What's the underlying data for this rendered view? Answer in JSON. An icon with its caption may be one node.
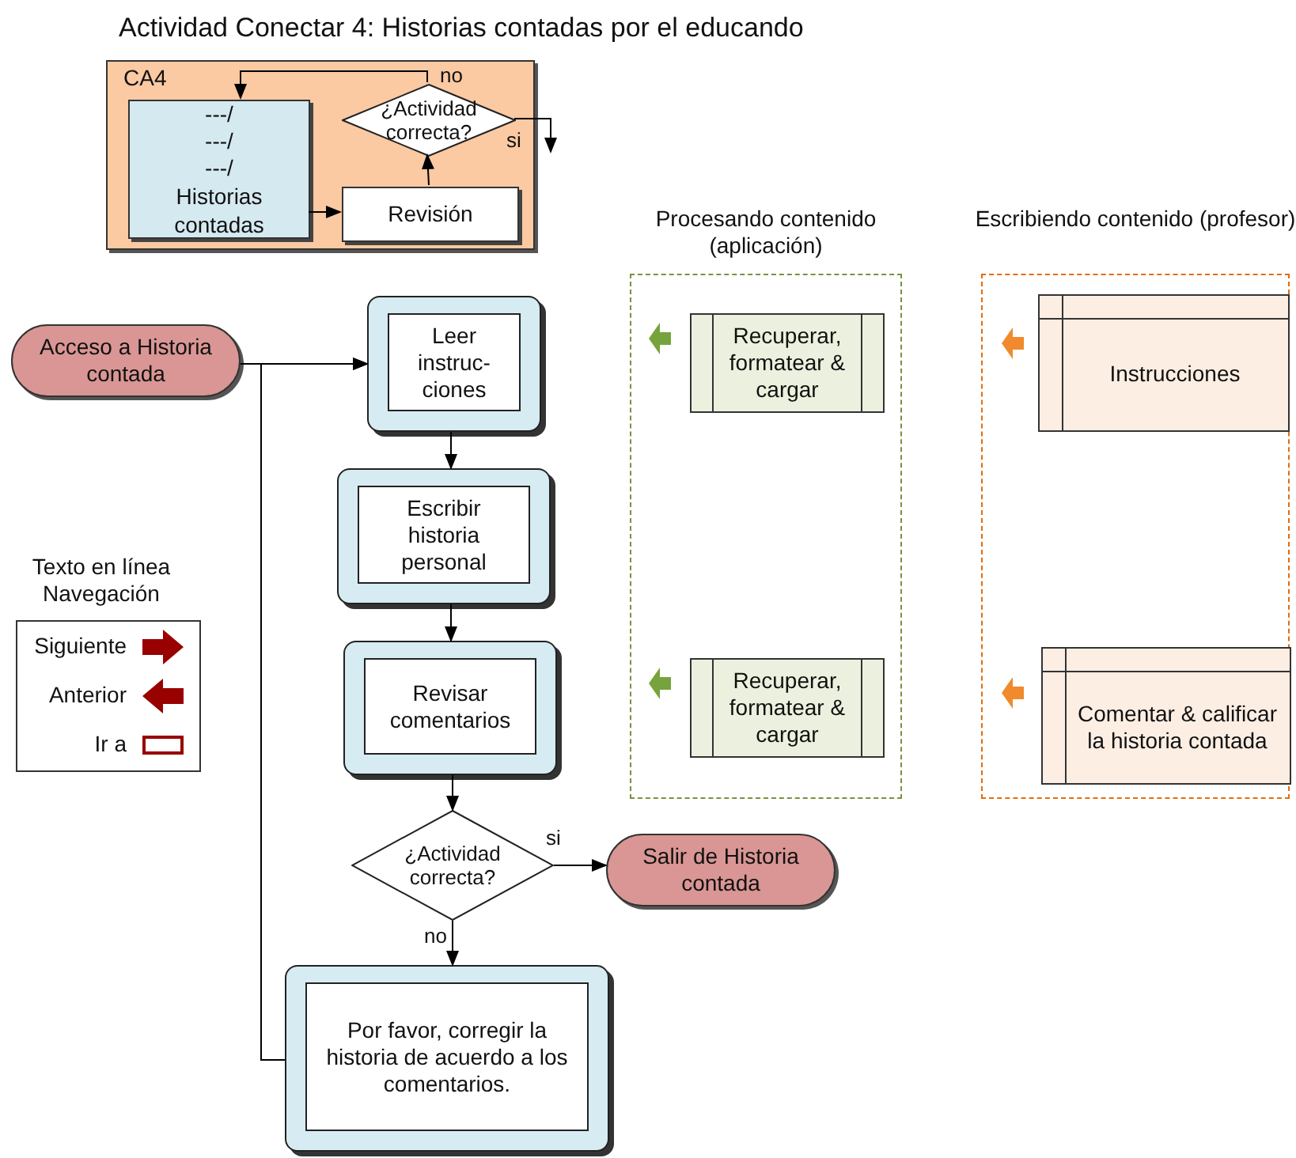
{
  "diagram": {
    "title": "Actividad Conectar 4: Historias contadas por el educando",
    "nodes": [
      {
        "text": [
          "CA4"
        ]
      },
      {
        "text": [
          "---/",
          "---/",
          "---/",
          "Historias contadas"
        ],
        "in": 0
      },
      {
        "text": [
          "Revisión"
        ],
        "in": 0
      },
      {
        "text": [
          "¿Actividad correcta?"
        ],
        "in": 0
      },
      {
        "text": [
          "Procesando contenido (aplicación)"
        ]
      },
      {
        "text": [
          "Escribiendo contenido (profesor)"
        ]
      },
      {
        "text": [
          "Recuperar, formatear & cargar"
        ],
        "in": 4
      },
      {
        "text": [
          "Instrucciones"
        ],
        "in": 5
      },
      {
        "text": [
          "Recuperar, formatear & cargar"
        ],
        "in": 4
      },
      {
        "text": [
          "Comentar & calificar la historia contada"
        ],
        "in": 5
      },
      {
        "text": [
          "Acceso a Historia contada"
        ]
      },
      {
        "text": [
          "Leer instruc- ciones"
        ]
      },
      {
        "text": [
          "Escribir historia personal"
        ]
      },
      {
        "text": [
          "Revisar comentarios"
        ]
      },
      {
        "text": [
          "¿Actividad correcta?"
        ]
      },
      {
        "text": [
          "Salir de Historia contada"
        ]
      },
      {
        "text": [
          "Por favor, corregir la historia de acuerdo a los comentarios."
        ]
      }
    ],
    "edges": [
      {
        "from": 1,
        "to": 2,
        "arrow": "to"
      },
      {
        "from": 2,
        "to": 3,
        "arrow": "to"
      },
      {
        "from": 3,
        "to": 1,
        "arrow": "to",
        "label": "no"
      },
      {
        "from": 3,
        "to": null,
        "arrow": "to",
        "label": "si"
      },
      {
        "from": 10,
        "to": 11,
        "arrow": "to"
      },
      {
        "from": 11,
        "to": 12,
        "arrow": "to"
      },
      {
        "from": 12,
        "to": 13,
        "arrow": "to"
      },
      {
        "from": 13,
        "to": 14,
        "arrow": "to"
      },
      {
        "from": 14,
        "to": 15,
        "arrow": "to",
        "label": "si"
      },
      {
        "from": 14,
        "to": 16,
        "arrow": "to",
        "label": "no"
      },
      {
        "from": 16,
        "to": 11,
        "arrow": "to"
      }
    ],
    "labels": [
      "Texto en línea Navegación"
    ],
    "legend": [
      {
        "text": "Siguiente"
      },
      {
        "text": "Anterior"
      },
      {
        "text": "Ir a"
      }
    ]
  }
}
